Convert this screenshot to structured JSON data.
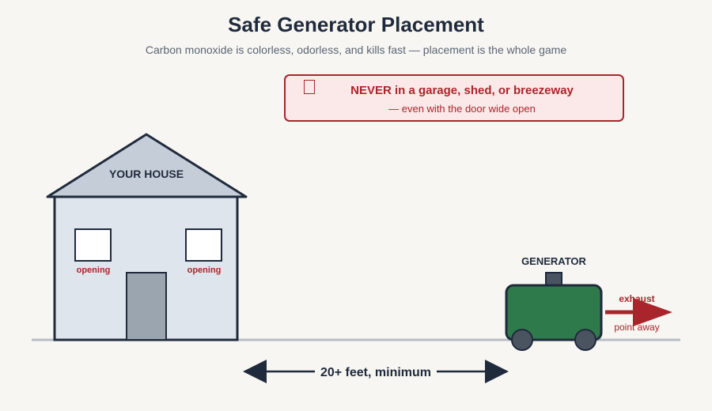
{
  "header": {
    "title": "Safe Generator Placement",
    "subtitle": "Carbon monoxide is colorless, odorless, and kills fast — placement is the whole game"
  },
  "warning": {
    "icon": "warning-icon",
    "title": "NEVER in a garage, shed, or breezeway",
    "subtitle": "— even with the door wide open"
  },
  "house": {
    "label": "YOUR HOUSE",
    "window_left_label": "opening",
    "window_right_label": "opening"
  },
  "generator": {
    "label": "GENERATOR",
    "exhaust_label": "exhaust",
    "exhaust_note": "point away"
  },
  "distance": {
    "label": "20+ feet, minimum"
  },
  "colors": {
    "danger": "#a8262b",
    "generator": "#2f7a4a",
    "house_fill": "#dfe5ec",
    "roof_fill": "#c5ced8",
    "outline": "#1f2a3c"
  }
}
